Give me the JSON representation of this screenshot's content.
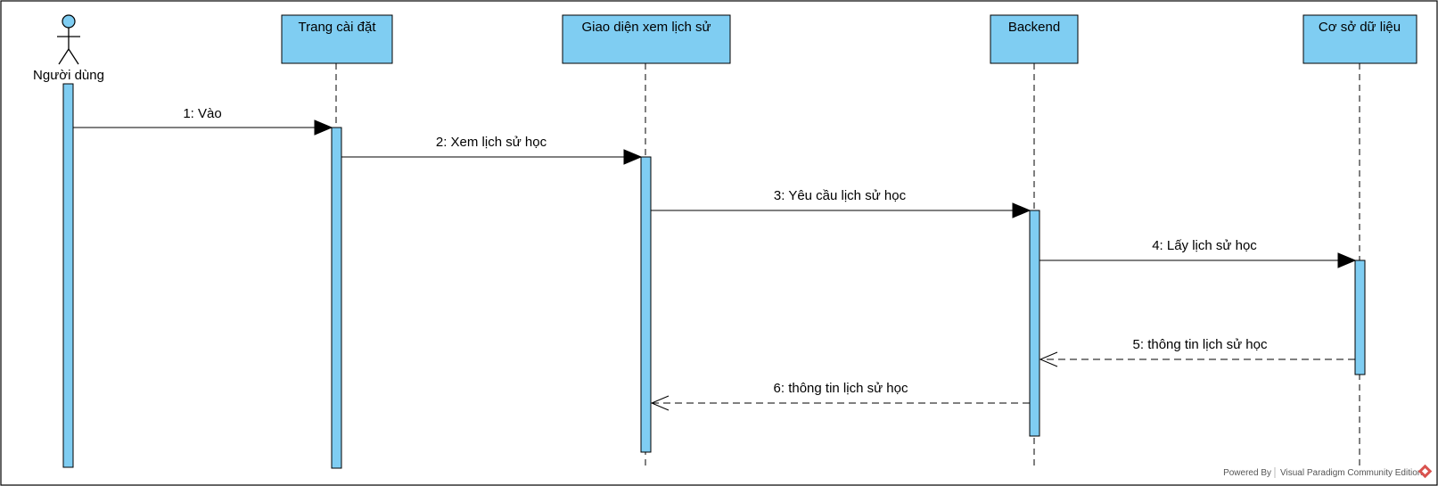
{
  "actor": {
    "name": "Người dùng"
  },
  "participants": [
    {
      "id": "settings",
      "name": "Trang cài đặt"
    },
    {
      "id": "history_ui",
      "name": "Giao diện xem lịch sử"
    },
    {
      "id": "backend",
      "name": "Backend"
    },
    {
      "id": "database",
      "name": "Cơ sở dữ liệu"
    }
  ],
  "messages": [
    {
      "from": "user",
      "to": "settings",
      "label": "1: Vào",
      "kind": "sync"
    },
    {
      "from": "settings",
      "to": "history_ui",
      "label": "2: Xem lịch sử học",
      "kind": "sync"
    },
    {
      "from": "history_ui",
      "to": "backend",
      "label": "3: Yêu cầu lịch sử học",
      "kind": "sync"
    },
    {
      "from": "backend",
      "to": "database",
      "label": "4: Lấy lịch sử học",
      "kind": "sync"
    },
    {
      "from": "database",
      "to": "backend",
      "label": "5: thông tin lịch sử học",
      "kind": "return"
    },
    {
      "from": "backend",
      "to": "history_ui",
      "label": "6: thông tin lịch sử học",
      "kind": "return"
    }
  ],
  "footer": {
    "powered_by": "Powered By",
    "edition": "Visual Paradigm Community Edition"
  },
  "colors": {
    "lifeline_fill": "#7fcdf2",
    "line": "#000000",
    "logo_accent": "#d9534f"
  }
}
